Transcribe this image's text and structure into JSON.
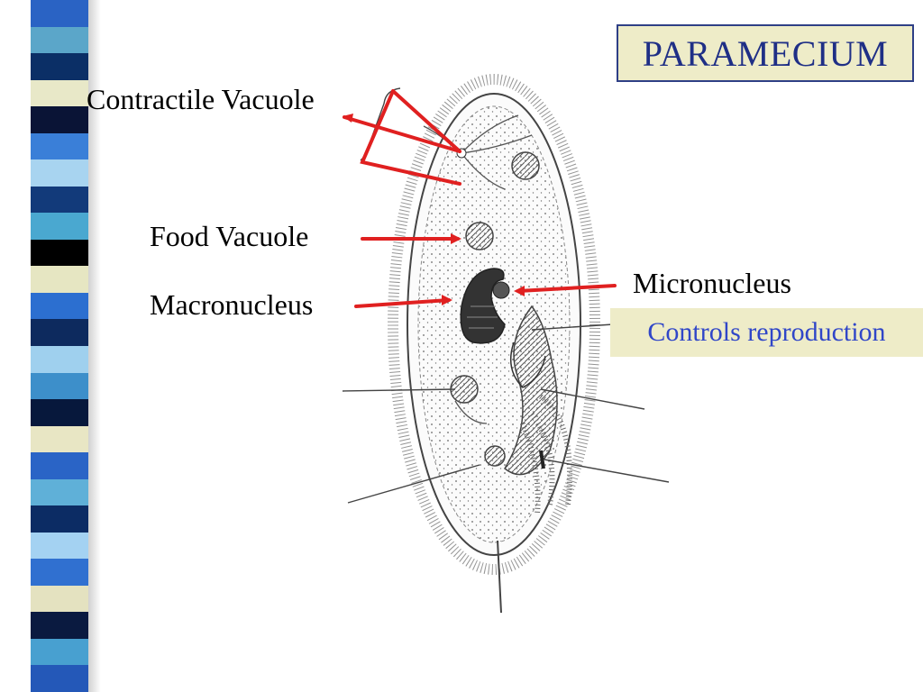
{
  "title": "PARAMECIUM",
  "labels": {
    "contractile_vacuole": "Contractile Vacuole",
    "food_vacuole": "Food Vacuole",
    "macronucleus": "Macronucleus",
    "micronucleus": "Micronucleus"
  },
  "note": "Controls reproduction",
  "colors": {
    "arrow": "#e02020",
    "title_text": "#1f2f86",
    "note_text": "#3046c8",
    "box_fill": "#eeecc8",
    "stripe_bands": [
      "#2a63c4",
      "#5ba6c9",
      "#0b2f66",
      "#e8e8c8",
      "#0a1436",
      "#3a7fd8",
      "#a8d4f0",
      "#123a7a",
      "#4aa8d0",
      "#000000",
      "#e6e6c2",
      "#2c6fd0",
      "#0d2a5e",
      "#9fd0ee",
      "#3d8fca",
      "#07183c",
      "#e8e6c4",
      "#2a64c6",
      "#5fb0d8",
      "#0c2c64",
      "#a4d2f2",
      "#3070d0",
      "#e4e2c0",
      "#0a1a40",
      "#48a0d0",
      "#2458b8"
    ]
  },
  "icons": [
    "stripe-decoration",
    "paramecium-drawing",
    "red-arrow-icon"
  ]
}
